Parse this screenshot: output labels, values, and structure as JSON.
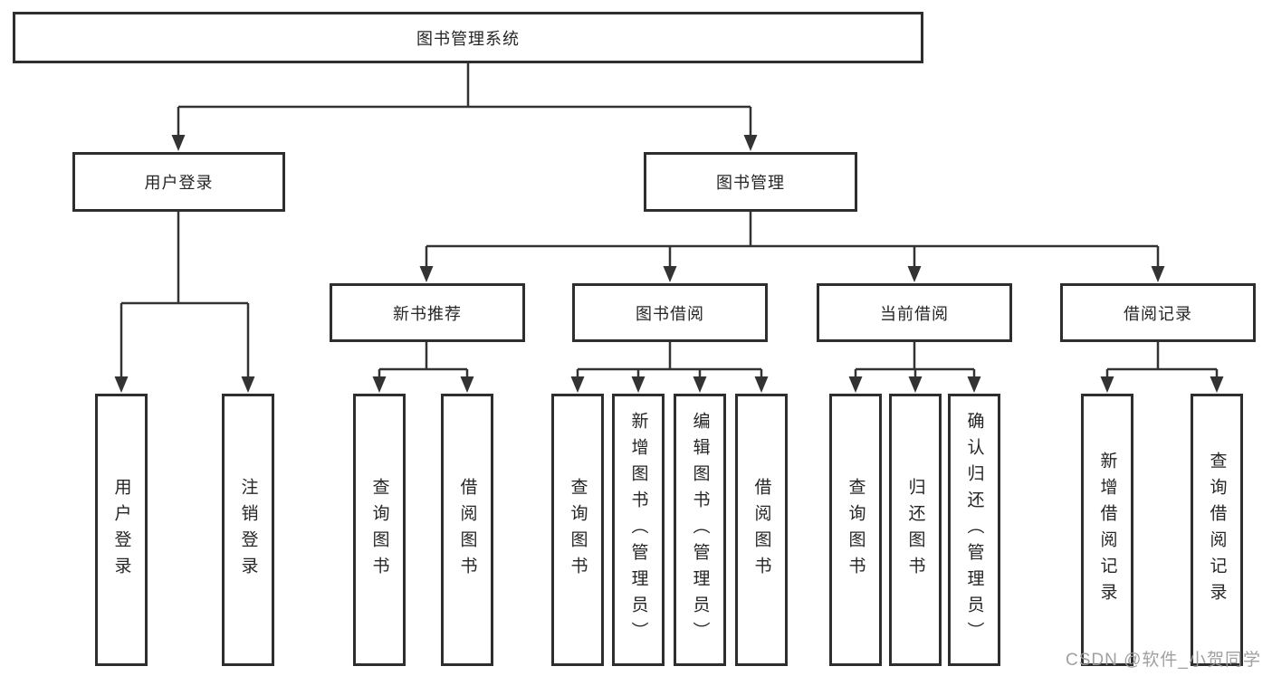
{
  "page": {
    "background": "#ffffff"
  },
  "colors": {
    "line": "#333333",
    "box_border": "#2e2e2e",
    "text": "#262626",
    "watermark": "#9b9b9b"
  },
  "watermark": {
    "text": "CSDN @软件_小贺同学"
  },
  "diagram": {
    "type": "hierarchy-tree",
    "root": {
      "label": "图书管理系统"
    },
    "children": [
      {
        "label": "用户登录",
        "children": [
          {
            "label": "用户登录"
          },
          {
            "label": "注销登录"
          }
        ]
      },
      {
        "label": "图书管理",
        "children": [
          {
            "label": "新书推荐",
            "children": [
              {
                "label": "查询图书"
              },
              {
                "label": "借阅图书"
              }
            ]
          },
          {
            "label": "图书借阅",
            "children": [
              {
                "label": "查询图书"
              },
              {
                "label": "新增图书（管理员）"
              },
              {
                "label": "编辑图书（管理员）"
              },
              {
                "label": "借阅图书"
              }
            ]
          },
          {
            "label": "当前借阅",
            "children": [
              {
                "label": "查询图书"
              },
              {
                "label": "归还图书"
              },
              {
                "label": "确认归还（管理员）"
              }
            ]
          },
          {
            "label": "借阅记录",
            "children": [
              {
                "label": "新增借阅记录"
              },
              {
                "label": "查询借阅记录"
              }
            ]
          }
        ]
      }
    ]
  }
}
